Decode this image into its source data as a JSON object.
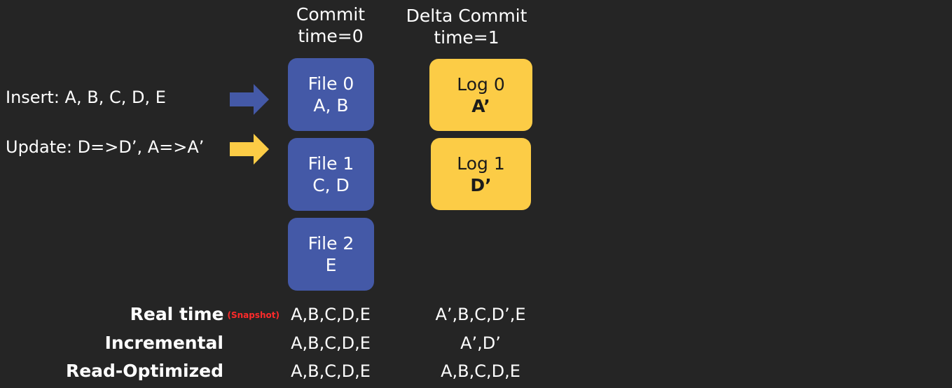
{
  "headers": {
    "commit": [
      "Commit",
      "time=0"
    ],
    "delta": [
      "Delta Commit",
      "time=1"
    ]
  },
  "operations": {
    "insert": "Insert: A, B, C, D, E",
    "update": "Update: D=>D’, A=>A’"
  },
  "files": [
    {
      "title": "File 0",
      "content": "A, B"
    },
    {
      "title": "File 1",
      "content": "C, D"
    },
    {
      "title": "File 2",
      "content": "E"
    }
  ],
  "logs": [
    {
      "title": "Log 0",
      "content": "A’"
    },
    {
      "title": "Log 1",
      "content": "D’"
    }
  ],
  "queries": [
    {
      "label": "Real time",
      "note": "(Snapshot)",
      "commit": "A,B,C,D,E",
      "delta": "A’,B,C,D’,E"
    },
    {
      "label": "Incremental",
      "note": "",
      "commit": "A,B,C,D,E",
      "delta": "A’,D’"
    },
    {
      "label": "Read-Optimized",
      "note": "",
      "commit": "A,B,C,D,E",
      "delta": "A,B,C,D,E"
    }
  ],
  "colors": {
    "background": "#252525",
    "file_blue": "#4459a7",
    "log_yellow": "#fccc46",
    "snapshot_red": "#ff2a2a"
  }
}
